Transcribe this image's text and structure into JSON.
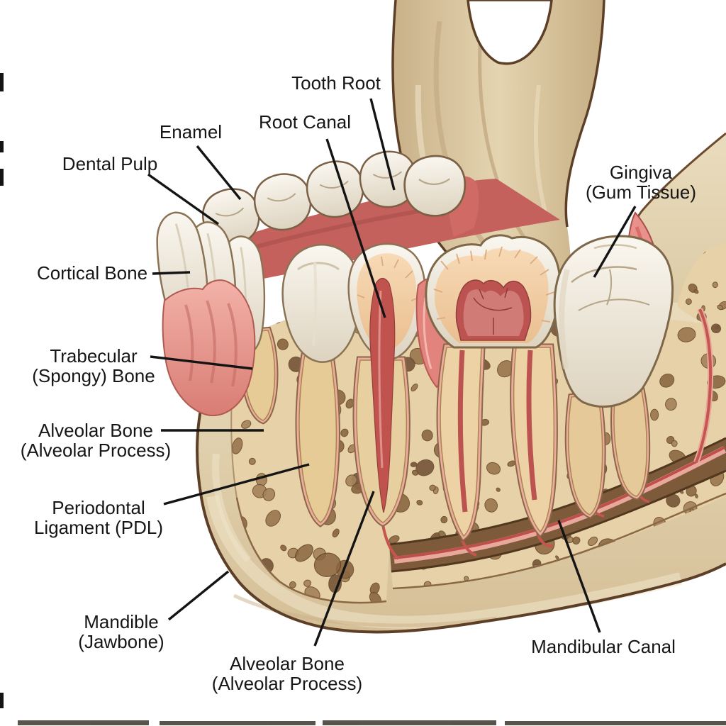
{
  "figure": {
    "subject": "Cross-section of the human mandible showing teeth and supporting structures",
    "type": "anatomical-diagram"
  },
  "palette": {
    "background": "#ffffff",
    "bone_cortical": "#e2d0aa",
    "bone_trabecular": "#e6d1a8",
    "bone_hole_brown": "#8d6a44",
    "bone_outline": "#5d3f27",
    "tooth_enamel": "#f6f2e8",
    "dentin": "#f2cfa6",
    "pulp_red": "#bc5350",
    "gingiva_pink": "#e9928c",
    "gum_dark": "#c4615c",
    "mandibular_canal_brown": "#7d5b3a",
    "vessel_red": "#bf4f4b",
    "vessel_pink": "#e8a89c",
    "label_text": "#161616",
    "leader_line": "#141414"
  },
  "labels": {
    "tooth_root": {
      "text": "Tooth Root"
    },
    "root_canal": {
      "text": "Root Canal"
    },
    "enamel": {
      "text": "Enamel"
    },
    "dental_pulp": {
      "text": "Dental Pulp"
    },
    "cortical_bone": {
      "text": "Cortical Bone"
    },
    "trabecular_bone": {
      "line1": "Trabecular",
      "line2": "(Spongy) Bone"
    },
    "alveolar_bone_left": {
      "line1": "Alveolar Bone",
      "line2": "(Alveolar Process)"
    },
    "periodontal_ligament": {
      "line1": "Periodontal",
      "line2": "Ligament (PDL)"
    },
    "mandible": {
      "line1": "Mandible",
      "line2": "(Jawbone)"
    },
    "gingiva": {
      "line1": "Gingiva",
      "line2": "(Gum Tissue)"
    },
    "mandibular_canal": {
      "text": "Mandibular Canal"
    },
    "alveolar_bone_bottom": {
      "line1": "Alveolar Bone",
      "line2": "(Alveolar Process)"
    }
  }
}
